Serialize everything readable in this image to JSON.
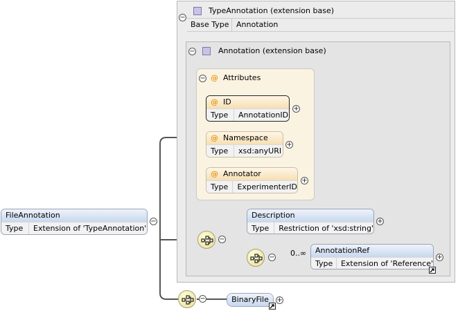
{
  "type_annotation": {
    "title": "TypeAnnotation (extension base)",
    "base_label": "Base Type",
    "base_value": "Annotation"
  },
  "annotation": {
    "title": "Annotation (extension base)"
  },
  "attributes": {
    "title": "Attributes",
    "items": [
      {
        "name": "ID",
        "type_label": "Type",
        "type": "AnnotationID"
      },
      {
        "name": "Namespace",
        "type_label": "Type",
        "type": "xsd:anyURI"
      },
      {
        "name": "Annotator",
        "type_label": "Type",
        "type": "ExperimenterID"
      }
    ]
  },
  "description": {
    "name": "Description",
    "type_label": "Type",
    "type": "Restriction of 'xsd:string'"
  },
  "annotation_ref": {
    "name": "AnnotationRef",
    "type_label": "Type",
    "type": "Extension of 'Reference'",
    "cardinality": "0..∞"
  },
  "file_annotation": {
    "name": "FileAnnotation",
    "type_label": "Type",
    "type": "Extension of 'TypeAnnotation'"
  },
  "binary_file": {
    "name": "BinaryFile"
  },
  "symbols": {
    "collapse": "−",
    "expand": "+",
    "at": "@"
  },
  "icons": [
    "collapse-icon",
    "expand-icon",
    "sequence-compositor-icon",
    "complex-type-icon",
    "reference-link-icon"
  ],
  "colors": {
    "element_header": "#c9d8ef",
    "attribute_header": "#f6dfb3",
    "compositor": "#e8dda0",
    "group_bg": "#ececec"
  }
}
